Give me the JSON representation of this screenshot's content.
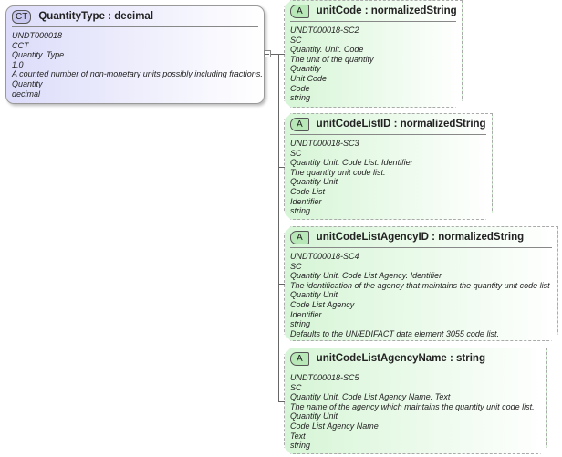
{
  "complex_type": {
    "badge": "CT",
    "title": "QuantityType : decimal",
    "lines": [
      "UNDT000018",
      "CCT",
      "Quantity. Type",
      "1.0",
      "A counted number of non-monetary units possibly including fractions.",
      "Quantity",
      "decimal"
    ]
  },
  "attributes": [
    {
      "badge": "A",
      "title": "unitCode : normalizedString",
      "lines": [
        "UNDT000018-SC2",
        "SC",
        "Quantity. Unit. Code",
        "The unit of the quantity",
        "Quantity",
        "Unit Code",
        "Code",
        "string"
      ]
    },
    {
      "badge": "A",
      "title": "unitCodeListID : normalizedString",
      "lines": [
        "UNDT000018-SC3",
        "SC",
        "Quantity Unit. Code List. Identifier",
        "The quantity unit code list.",
        "Quantity Unit",
        "Code List",
        "Identifier",
        "string"
      ]
    },
    {
      "badge": "A",
      "title": "unitCodeListAgencyID : normalizedString",
      "lines": [
        "UNDT000018-SC4",
        "SC",
        "Quantity Unit. Code List Agency. Identifier",
        "The identification of the agency that maintains the quantity unit code list",
        "Quantity Unit",
        "Code List Agency",
        "Identifier",
        "string",
        "Defaults to the UN/EDIFACT data element 3055 code list."
      ]
    },
    {
      "badge": "A",
      "title": "unitCodeListAgencyName : string",
      "lines": [
        "UNDT000018-SC5",
        "SC",
        "Quantity Unit. Code List Agency Name. Text",
        "The name of the agency which maintains the quantity unit code list.",
        "Quantity Unit",
        "Code List Agency Name",
        "Text",
        "string"
      ]
    }
  ]
}
